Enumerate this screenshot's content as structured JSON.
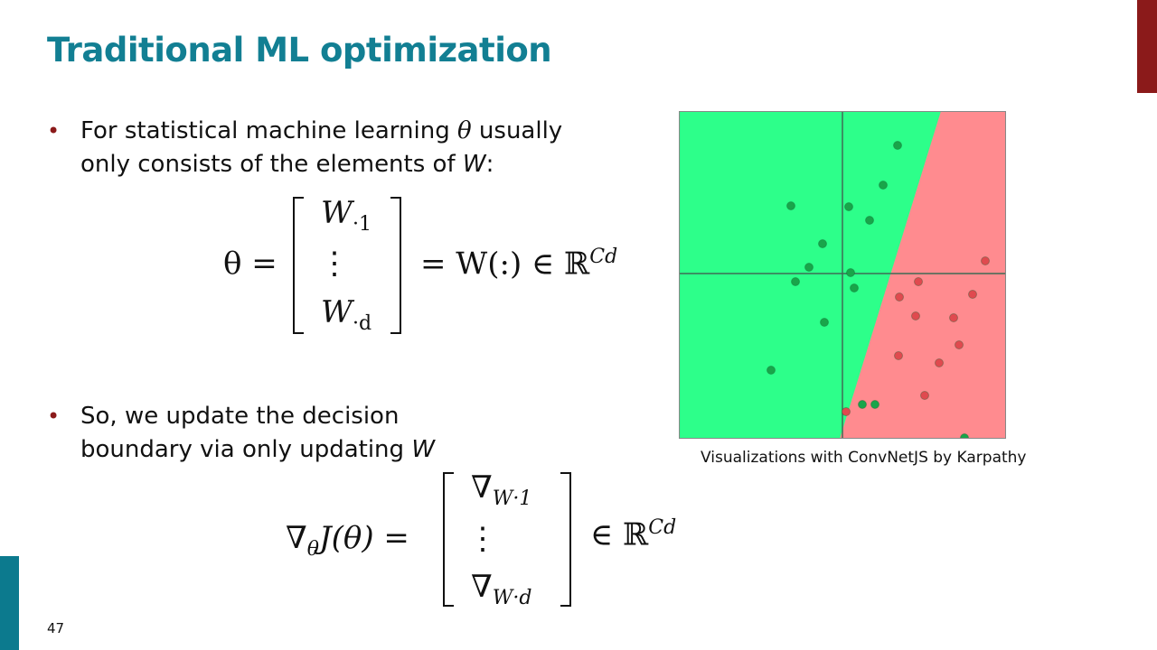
{
  "slide": {
    "title": "Traditional ML optimization",
    "page_number": "47",
    "accent_colors": {
      "title": "#127f93",
      "bullet": "#8b1a1a",
      "right_bar": "#8b1a1a",
      "left_bar": "#0c7a8e"
    }
  },
  "bullets": [
    {
      "dot": "•",
      "line1_a": "For statistical machine learning ",
      "line1_sym": "θ",
      "line1_b": " usually",
      "line2_a": "only consists of the elements of ",
      "line2_sym": "W",
      "line2_b": ":"
    },
    {
      "dot": "•",
      "line1": "So, we update the decision",
      "line2_a": "boundary via only updating ",
      "line2_sym": "W"
    }
  ],
  "equation1": {
    "lhs": "θ =",
    "rows": [
      "W·1",
      "⋮",
      "W·d"
    ],
    "row1_main": "W",
    "row1_sub": "·1",
    "row3_main": "W",
    "row3_sub": "·d",
    "rhs_a": "= W(:) ∈ ℝ",
    "rhs_sup": "Cd"
  },
  "equation2": {
    "lhs_nabla": "∇",
    "lhs_sub": "θ",
    "lhs_rest": "J(θ) =",
    "row1_main": "∇",
    "row1_sub": "W·1",
    "row3_main": "∇",
    "row3_sub": "W·d",
    "rhs_a": "∈ ℝ",
    "rhs_sup": "Cd"
  },
  "figure": {
    "caption": "Visualizations with ConvNetJS by Karpathy",
    "colors": {
      "green_region": "#2dff8a",
      "red_region": "#ff8b8f",
      "green_point": "#19a54a",
      "red_point": "#e04a4f",
      "axis": "#3f6b55"
    }
  }
}
